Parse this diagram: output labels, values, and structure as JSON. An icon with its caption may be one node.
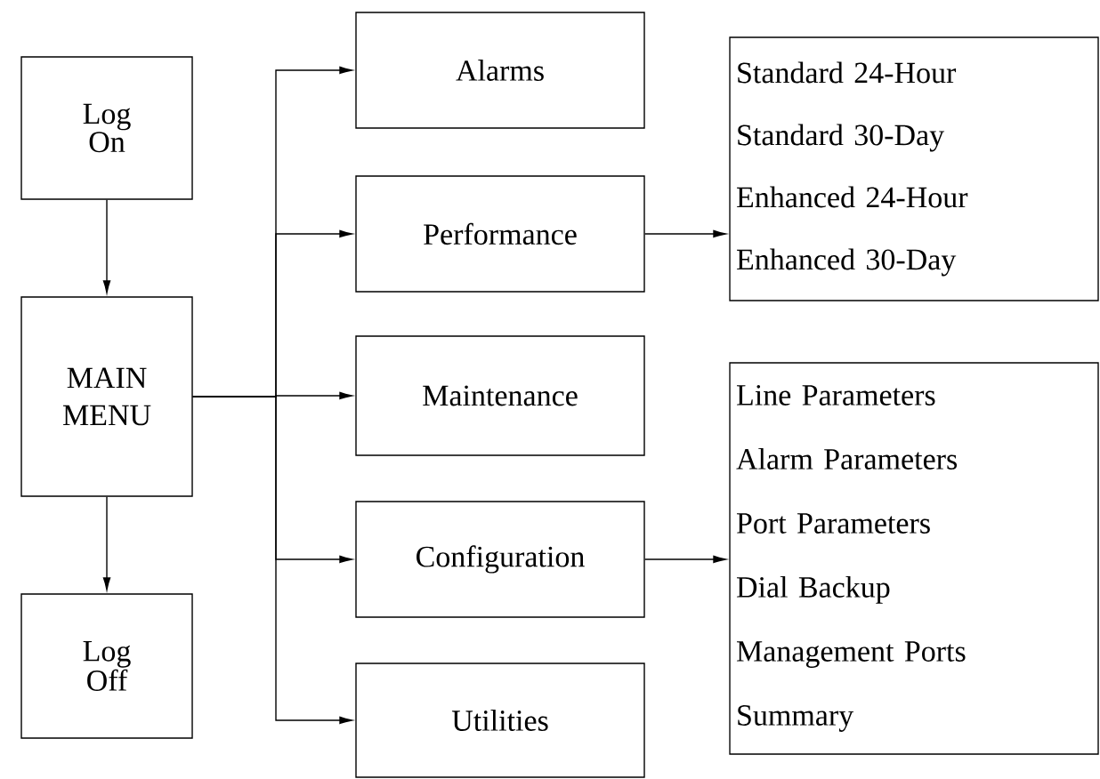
{
  "diagram": {
    "nodes": [
      {
        "text": [
          "Log On"
        ]
      },
      {
        "text": [
          "MAIN MENU"
        ]
      },
      {
        "text": [
          "Log Off"
        ]
      },
      {
        "text": [
          "Alarms"
        ]
      },
      {
        "text": [
          "Performance"
        ]
      },
      {
        "text": [
          "Maintenance"
        ]
      },
      {
        "text": [
          "Configuration"
        ]
      },
      {
        "text": [
          "Utilities"
        ]
      },
      {
        "text": [
          "Standard 24-Hour",
          "Standard 30-Day",
          "Enhanced 24-Hour",
          "Enhanced 30-Day"
        ]
      },
      {
        "text": [
          "Line Parameters",
          "Alarm Parameters",
          "Port Parameters",
          "Dial Backup",
          "Management Ports",
          "Summary"
        ]
      }
    ],
    "edges": [
      {
        "from": 0,
        "to": 1,
        "arrow": "to"
      },
      {
        "from": 1,
        "to": 2,
        "arrow": "to"
      },
      {
        "from": 1,
        "to": 3,
        "arrow": "to"
      },
      {
        "from": 1,
        "to": 4,
        "arrow": "to"
      },
      {
        "from": 1,
        "to": 5,
        "arrow": "to"
      },
      {
        "from": 1,
        "to": 6,
        "arrow": "to"
      },
      {
        "from": 1,
        "to": 7,
        "arrow": "to"
      },
      {
        "from": 4,
        "to": 8,
        "arrow": "to"
      },
      {
        "from": 6,
        "to": 9,
        "arrow": "to"
      }
    ]
  }
}
